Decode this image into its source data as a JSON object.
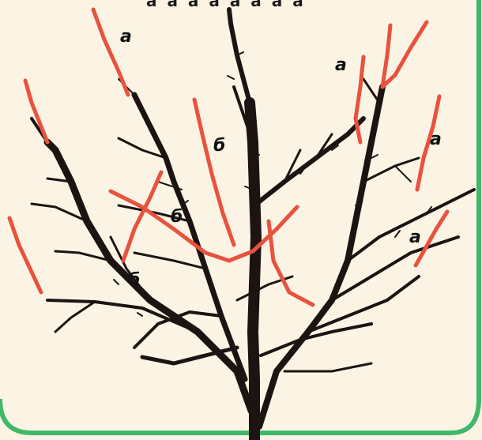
{
  "caption_fragment": "a a a a a a a a",
  "colors": {
    "background": "#fbf4e4",
    "branch": "#1c1312",
    "highlight": "#e8523f",
    "frame": "#3fb86a"
  },
  "labels": [
    {
      "id": "a1",
      "text": "а"
    },
    {
      "id": "a2",
      "text": "а"
    },
    {
      "id": "a3",
      "text": "а"
    },
    {
      "id": "a4",
      "text": "а"
    },
    {
      "id": "b1",
      "text": "б"
    },
    {
      "id": "b2",
      "text": "б"
    },
    {
      "id": "b3",
      "text": "б"
    }
  ]
}
